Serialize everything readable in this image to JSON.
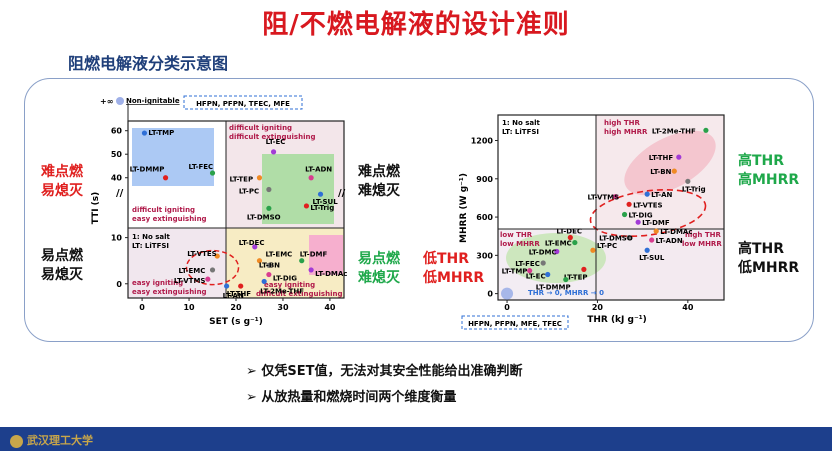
{
  "slide": {
    "title": "阻/不燃电解液的设计准则",
    "subtitle": "阻燃电解液分类示意图",
    "bullets": [
      "➢ 仅凭SET值，无法对其安全性能给出准确判断",
      "➢ 从放热量和燃烧时间两个维度衡量"
    ],
    "logo_text": "武汉理工大学"
  },
  "left_labels": {
    "flammable_easy_extinguish": [
      "难点燃",
      "易熄灭"
    ],
    "easy_ignite_easy_extinguish": [
      "易点燃",
      "易熄灭"
    ],
    "hard_ignite_hard_extinguish": [
      "难点燃",
      "难熄灭"
    ],
    "easy_ignite_hard_extinguish": [
      "易点燃",
      "难熄灭"
    ]
  },
  "right_labels": {
    "low_thr_low_mhrr": [
      "低THR",
      "低MHRR"
    ],
    "high_thr_high_mhrr": [
      "高THR",
      "高MHRR"
    ],
    "high_thr_low_mhrr": [
      "高THR",
      "低MHRR"
    ]
  },
  "colors": {
    "red": "#e0201f",
    "green": "#1ea84a",
    "blue": "#1f3f7a"
  },
  "chart_data": [
    {
      "type": "scatter",
      "xlabel": "SET (s g⁻¹)",
      "ylabel": "TTI (s)",
      "xticks": [
        "0",
        "10",
        "20",
        "30",
        "40"
      ],
      "yticks": [
        "0",
        "10",
        "40",
        "50",
        "60"
      ],
      "xlim": [
        -3,
        43
      ],
      "top_label": "+∞",
      "top_note": "Non-ignitable",
      "top_box": "HFPN, PFPN, TFEC, MFE",
      "legend_note": [
        "1: No salt",
        "LT: LiTFSI"
      ],
      "region_labels": {
        "top_right": [
          "difficult igniting",
          "difficult extinguishing"
        ],
        "top_left": [
          "difficult igniting",
          "easy extinguishing"
        ],
        "bottom_left": [
          "easy igniting",
          "easy extinguishing"
        ],
        "bottom_right": [
          "easy igniting",
          "difficult extinguishing"
        ]
      },
      "points": [
        {
          "label": "LT-TMP",
          "x": 0.5,
          "y": 59
        },
        {
          "label": "LT-DMMP",
          "x": 5,
          "y": 40
        },
        {
          "label": "LT-FEC",
          "x": 15,
          "y": 42
        },
        {
          "label": "LT-EC",
          "x": 28,
          "y": 51
        },
        {
          "label": "LT-TEP",
          "x": 25,
          "y": 40
        },
        {
          "label": "LT-PC",
          "x": 27,
          "y": 35
        },
        {
          "label": "LT-ADN",
          "x": 36,
          "y": 40
        },
        {
          "label": "LT-SUL",
          "x": 38,
          "y": 33
        },
        {
          "label": "LT-Trig",
          "x": 35,
          "y": 28
        },
        {
          "label": "LT-DMSO",
          "x": 27,
          "y": 27
        },
        {
          "label": "LT-DEC",
          "x": 24,
          "y": 8
        },
        {
          "label": "LT-EMC",
          "x": 25,
          "y": 5
        },
        {
          "label": "LT-BN",
          "x": 27,
          "y": 4
        },
        {
          "label": "LT-DIG",
          "x": 27,
          "y": 2
        },
        {
          "label": "LT-2Me-THF",
          "x": 26,
          "y": 0.5
        },
        {
          "label": "LT-THF",
          "x": 21,
          "y": -0.5
        },
        {
          "label": "LT-DMF",
          "x": 34,
          "y": 5
        },
        {
          "label": "LT-DMAc",
          "x": 36,
          "y": 3
        },
        {
          "label": "LT-VTES",
          "x": 16,
          "y": 6
        },
        {
          "label": "LT-EMC",
          "x": 15,
          "y": 3
        },
        {
          "label": "LT-VTMS",
          "x": 14,
          "y": 1
        },
        {
          "label": "LT-AN",
          "x": 18,
          "y": -0.5
        }
      ]
    },
    {
      "type": "scatter",
      "xlabel": "THR (kJ g⁻¹)",
      "ylabel": "MHRR (W g⁻¹)",
      "xticks": [
        "0",
        "20",
        "40"
      ],
      "yticks": [
        "0",
        "300",
        "600",
        "900",
        "1200"
      ],
      "xlim": [
        -2,
        48
      ],
      "ylim": [
        -50,
        1400
      ],
      "legend_note": [
        "1: No salt",
        "LT: LiTFSI"
      ],
      "bottom_note": "THR → 0, MHRR → 0",
      "bottom_box": "HFPN, PFPN, MFE, TFEC",
      "region_labels": {
        "top_right": [
          "high THR",
          "high MHRR"
        ],
        "left_mid": [
          "low THR",
          "low MHRR"
        ],
        "right_mid": [
          "high THR",
          "low MHRR"
        ]
      },
      "points": [
        {
          "label": "LT-2Me-THF",
          "x": 44,
          "y": 1280
        },
        {
          "label": "LT-THF",
          "x": 38,
          "y": 1070
        },
        {
          "label": "LT-BN",
          "x": 37,
          "y": 960
        },
        {
          "label": "LT-Trig",
          "x": 40,
          "y": 880
        },
        {
          "label": "LT-VTMS",
          "x": 24,
          "y": 760
        },
        {
          "label": "LT-AN",
          "x": 31,
          "y": 780
        },
        {
          "label": "LT-VTES",
          "x": 27,
          "y": 700
        },
        {
          "label": "LT-DIG",
          "x": 26,
          "y": 620
        },
        {
          "label": "LT-DMF",
          "x": 29,
          "y": 560
        },
        {
          "label": "LT-DMAc",
          "x": 33,
          "y": 490
        },
        {
          "label": "LT-DMSO",
          "x": 27,
          "y": 440
        },
        {
          "label": "LT-ADN",
          "x": 32,
          "y": 420
        },
        {
          "label": "LT-SUL",
          "x": 31,
          "y": 340
        },
        {
          "label": "LT-DEC",
          "x": 14,
          "y": 440
        },
        {
          "label": "LT-EMC",
          "x": 15,
          "y": 400
        },
        {
          "label": "LT-DMC",
          "x": 11,
          "y": 330
        },
        {
          "label": "LT-PC",
          "x": 19,
          "y": 340
        },
        {
          "label": "LT-FEC",
          "x": 8,
          "y": 240
        },
        {
          "label": "LT-TMP",
          "x": 5,
          "y": 180
        },
        {
          "label": "LT-EC",
          "x": 9,
          "y": 150
        },
        {
          "label": "LT-TEP",
          "x": 17,
          "y": 190
        },
        {
          "label": "LT-DMMP",
          "x": 13,
          "y": 110
        }
      ]
    }
  ]
}
